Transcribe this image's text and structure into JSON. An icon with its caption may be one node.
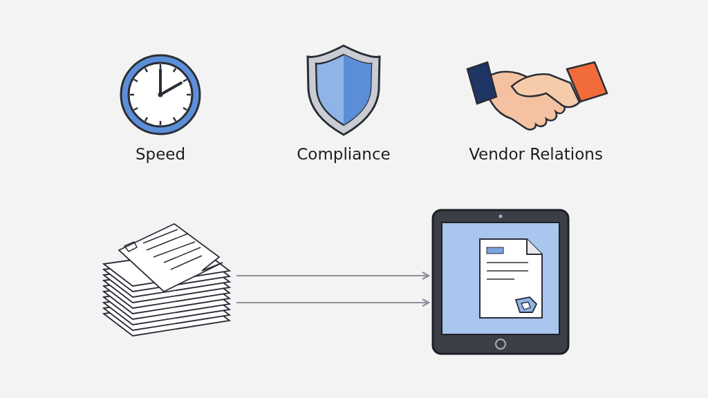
{
  "diagram": {
    "nodes": [
      {
        "text": [],
        "shape": "picture"
      },
      {
        "text": [],
        "shape": "picture"
      }
    ],
    "edges": [
      {
        "from": 0,
        "to": 1,
        "arrow": "to"
      },
      {
        "from": 0,
        "to": 1,
        "arrow": "to"
      }
    ],
    "labels": [
      "Speed",
      "Compliance",
      "Vendor Relations"
    ]
  }
}
